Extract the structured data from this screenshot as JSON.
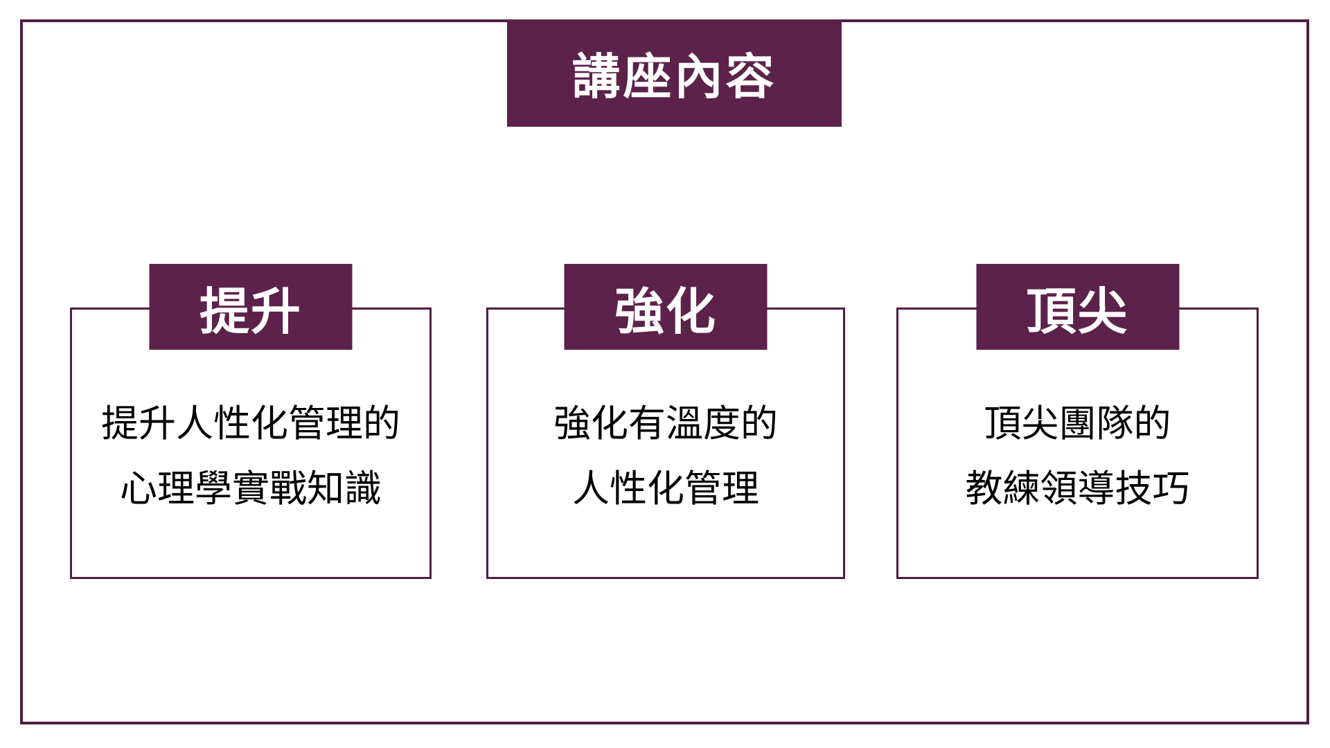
{
  "page": {
    "title": "講座內容",
    "colors": {
      "accent": "#5c2249",
      "line": "#4f1d40",
      "text": "#000000",
      "background": "#ffffff",
      "banner_text": "#ffffff"
    }
  },
  "cards": [
    {
      "header": "提升",
      "lines": [
        "提升人性化管理的",
        "心理學實戰知識"
      ]
    },
    {
      "header": "強化",
      "lines": [
        "強化有溫度的",
        "人性化管理"
      ]
    },
    {
      "header": "頂尖",
      "lines": [
        "頂尖團隊的",
        "教練領導技巧"
      ]
    }
  ]
}
